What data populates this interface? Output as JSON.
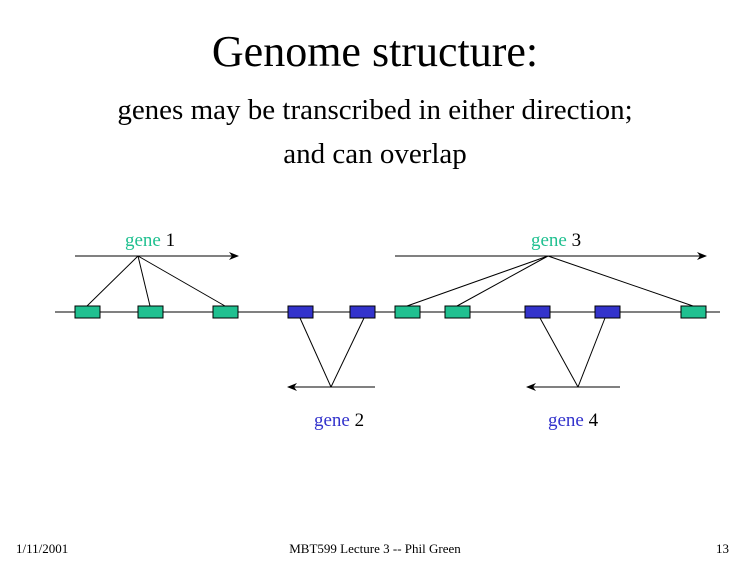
{
  "title": "Genome structure:",
  "subtitle_line1": "genes may be transcribed in either direction;",
  "subtitle_line2": "and can overlap",
  "genes": [
    {
      "word": "gene",
      "number": "1",
      "color": "#20c090",
      "strand": "forward"
    },
    {
      "word": "gene",
      "number": "2",
      "color": "#3333cc",
      "strand": "reverse"
    },
    {
      "word": "gene",
      "number": "3",
      "color": "#20c090",
      "strand": "forward"
    },
    {
      "word": "gene",
      "number": "4",
      "color": "#3333cc",
      "strand": "reverse"
    }
  ],
  "footer": {
    "date": "1/11/2001",
    "center": "MBT599 Lecture 3 -- Phil Green",
    "page": "13"
  }
}
